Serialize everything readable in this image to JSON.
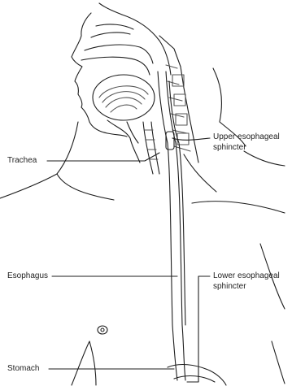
{
  "diagram": {
    "labels": {
      "upper_sphincter_line1": "Upper esophageal",
      "upper_sphincter_line2": "sphincter",
      "trachea": "Trachea",
      "esophagus": "Esophagus",
      "lower_sphincter_line1": "Lower esophageal",
      "lower_sphincter_line2": "sphincter",
      "stomach": "Stomach"
    },
    "colors": {
      "line": "#1e1e1e",
      "fill": "#ffffff",
      "texture": "#555555"
    }
  }
}
